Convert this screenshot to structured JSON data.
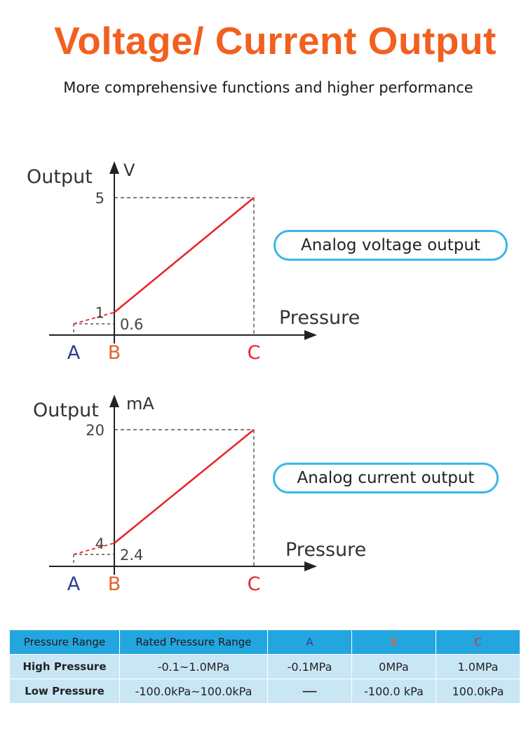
{
  "header": {
    "title": "Voltage/ Current Output",
    "subtitle": "More comprehensive functions and higher performance"
  },
  "chart_data": [
    {
      "type": "line",
      "ylabel": "Output",
      "yunit": "V",
      "xlabel": "Pressure",
      "x_points": [
        "A",
        "B",
        "C"
      ],
      "series": [
        {
          "style": "solid",
          "points": [
            {
              "x": "B",
              "y": 1
            },
            {
              "x": "C",
              "y": 5
            }
          ]
        },
        {
          "style": "dashed",
          "points": [
            {
              "x": "A",
              "y": 0.6
            },
            {
              "x": "B",
              "y": 1
            }
          ]
        }
      ],
      "y_ticks": [
        5,
        1,
        0.6
      ],
      "y_tick_labels": [
        "5",
        "1",
        "0.6"
      ],
      "annotation": "Analog voltage output"
    },
    {
      "type": "line",
      "ylabel": "Output",
      "yunit": "mA",
      "xlabel": "Pressure",
      "x_points": [
        "A",
        "B",
        "C"
      ],
      "series": [
        {
          "style": "solid",
          "points": [
            {
              "x": "B",
              "y": 4
            },
            {
              "x": "C",
              "y": 20
            }
          ]
        },
        {
          "style": "dashed",
          "points": [
            {
              "x": "A",
              "y": 2.4
            },
            {
              "x": "B",
              "y": 4
            }
          ]
        }
      ],
      "y_ticks": [
        20,
        4,
        2.4
      ],
      "y_tick_labels": [
        "20",
        "4",
        "2.4"
      ],
      "annotation": "Analog current output"
    }
  ],
  "colors": {
    "title": "#f2601f",
    "line": "#e8262a",
    "label_a": "#2e3d8f",
    "label_b": "#e0632a",
    "label_c": "#e8262a",
    "pill_border": "#39b6e6",
    "table_header": "#23a6e0",
    "table_cell": "#c9e6f5"
  },
  "table": {
    "headers": [
      "Pressure Range",
      "Rated Pressure Range",
      "A",
      "B",
      "C"
    ],
    "rows": [
      [
        "High Pressure",
        "-0.1~1.0MPa",
        "-0.1MPa",
        "0MPa",
        "1.0MPa"
      ],
      [
        "Low Pressure",
        "-100.0kPa~100.0kPa",
        "—",
        "-100.0 kPa",
        "100.0kPa"
      ]
    ]
  }
}
